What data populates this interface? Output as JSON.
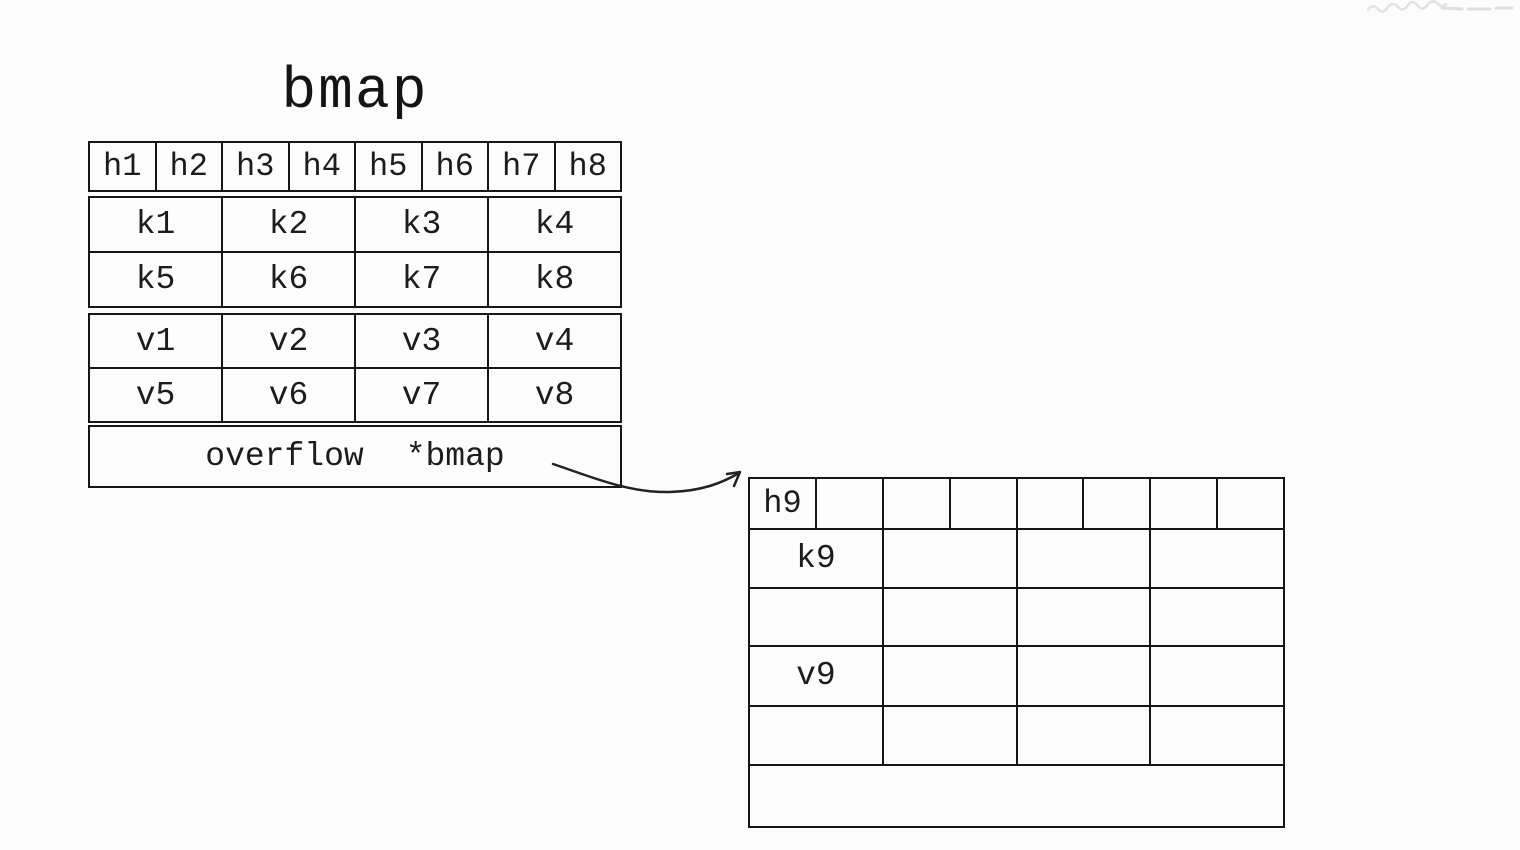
{
  "page": {
    "background": "#fcfcfc",
    "ink": "#161616"
  },
  "title": "bmap",
  "main_table": {
    "headers": [
      "h1",
      "h2",
      "h3",
      "h4",
      "h5",
      "h6",
      "h7",
      "h8"
    ],
    "key_rows": [
      [
        "k1",
        "k2",
        "k3",
        "k4"
      ],
      [
        "k5",
        "k6",
        "k7",
        "k8"
      ]
    ],
    "value_rows": [
      [
        "v1",
        "v2",
        "v3",
        "v4"
      ],
      [
        "v5",
        "v6",
        "v7",
        "v8"
      ]
    ],
    "overflow_label": "overflow",
    "overflow_pointer": "*bmap"
  },
  "overflow_table": {
    "headers": [
      "h9",
      "",
      "",
      "",
      "",
      "",
      "",
      ""
    ],
    "key_rows": [
      [
        "k9",
        "",
        "",
        ""
      ],
      [
        "",
        "",
        "",
        ""
      ]
    ],
    "value_rows": [
      [
        "v9",
        "",
        "",
        ""
      ],
      [
        "",
        "",
        "",
        ""
      ]
    ],
    "overflow_label": "",
    "overflow_pointer": ""
  },
  "icons": {
    "connector": "curved-right-arrow"
  }
}
